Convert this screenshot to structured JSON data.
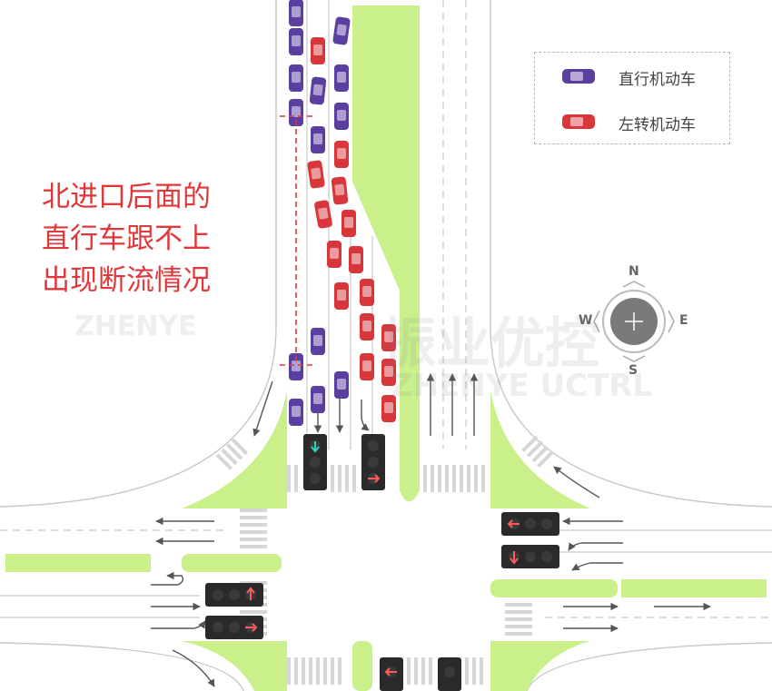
{
  "legend": {
    "straight": {
      "label": "直行机动车",
      "color": "#5b3fa0"
    },
    "left_turn": {
      "label": "左转机动车",
      "color": "#d9363b"
    }
  },
  "annotation": {
    "lines": [
      "北进口后面的",
      "直行车跟不上",
      "出现断流情况"
    ],
    "color": "#e0383a"
  },
  "compass": {
    "north": "N",
    "south": "S",
    "east": "E",
    "west": "W"
  },
  "watermark": {
    "brand_cn": "振业优控",
    "brand_en": "ZHENYE UCTRL",
    "brand_short": "ZHENYE"
  },
  "colors": {
    "median": "#c9f08a",
    "road_line": "#c8c8c8",
    "signal_red": "#ff5a5a",
    "signal_green": "#2fd0c0",
    "signal_box": "#2a2a2a",
    "arrow": "#555555"
  }
}
